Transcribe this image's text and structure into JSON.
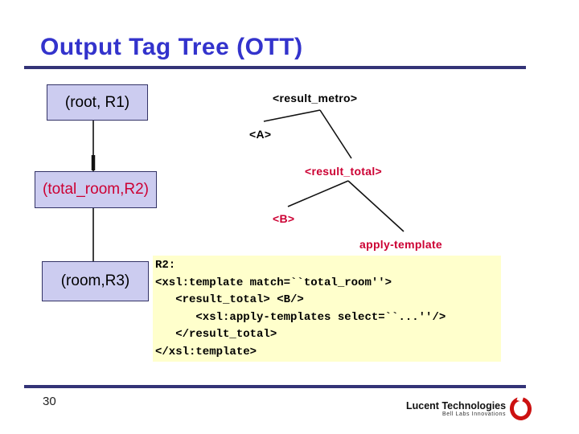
{
  "slide": {
    "title": "Output Tag Tree (OTT)"
  },
  "tree": {
    "nodes": [
      {
        "id": "root",
        "label": "(root, R1)"
      },
      {
        "id": "total_room",
        "label": "(total_room,R2)"
      },
      {
        "id": "room",
        "label": "(room,R3)"
      }
    ],
    "tags": [
      {
        "id": "result_metro",
        "text": "<result_metro>",
        "color": "#000000"
      },
      {
        "id": "a",
        "text": "<A>",
        "color": "#000000"
      },
      {
        "id": "result_total",
        "text": "<result_total>",
        "color": "#cc0033"
      },
      {
        "id": "b",
        "text": "<B>",
        "color": "#cc0033"
      },
      {
        "id": "apply_template",
        "text": "apply-template",
        "color": "#cc0033"
      }
    ]
  },
  "code_box": {
    "lines": [
      "R2:",
      "<xsl:template match=``total_room''>",
      "   <result_total> <B/>",
      "      <xsl:apply-templates select=``...''/>",
      "   </result_total>",
      "</xsl:template>"
    ]
  },
  "footer": {
    "page_number": "30",
    "logo": {
      "name": "Lucent Technologies",
      "tagline": "Bell Labs Innovations"
    }
  },
  "colors": {
    "title_blue": "#3333cc",
    "rule_navy": "#333377",
    "node_fill": "#ccccf0",
    "node_border": "#333366",
    "highlight_red": "#cc0033",
    "code_bg": "#ffffcc",
    "logo_red": "#cc1111"
  }
}
